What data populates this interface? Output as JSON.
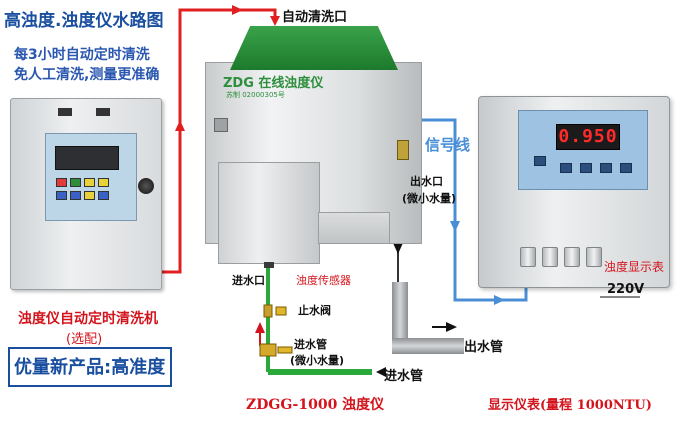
{
  "diagram": {
    "title": "高浊度.浊度仪水路图",
    "feature_line1": "每3小时自动定时清洗",
    "feature_line2": "免人工清洗,测量更准确",
    "auto_clean_inlet": "自动清洗口",
    "signal_line": "信号线",
    "outlet_low_flow_line1": "出水口",
    "outlet_low_flow_line2": "(微小水量)",
    "inlet_port": "进水口",
    "turbidity_sensor": "浊度传感器",
    "stop_valve": "止水阀",
    "inlet_pipe_low_flow_line1": "进水管",
    "inlet_pipe_low_flow_line2": "(微小水量)",
    "outlet_pipe": "出水管",
    "inlet_pipe": "进水管",
    "turbidity_display": "浊度显示表",
    "voltage": "220V",
    "cleaner_name": "浊度仪自动定时清洗机",
    "cleaner_optional": "(选配)",
    "promo": "优量新产品:高准度",
    "model_caption": "ZDGG-1000 浊度仪",
    "display_caption": "显示仪表(量程 1000NTU)",
    "sensor_brand": "ZDG 在线浊度仪",
    "sensor_sub": "苏制 02000305号",
    "display_reading": "0.950"
  },
  "colors": {
    "title_blue": "#1a4fa0",
    "feature_blue": "#2a57b0",
    "label_red": "#d4141c",
    "pipe_red": "#e02020",
    "pipe_green": "#2aa83a",
    "signal_blue": "#4a8fd6",
    "sensor_green": "#2d8f3c"
  }
}
